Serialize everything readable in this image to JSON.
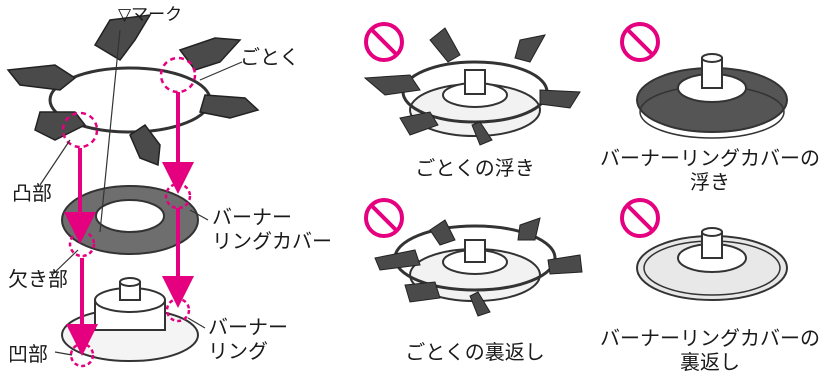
{
  "diagram": {
    "labels": {
      "marker": "▽マーク",
      "gotoku": "ごとく",
      "convex": "凸部",
      "cover_line1": "バーナー",
      "cover_line2": "リングカバー",
      "notch": "欠き部",
      "ring_line1": "バーナー",
      "ring_line2": "リング",
      "concave": "凹部"
    },
    "wrong_examples": [
      {
        "caption": "ごとくの浮き"
      },
      {
        "caption_line1": "バーナーリングカバーの",
        "caption_line2": "浮き"
      },
      {
        "caption": "ごとくの裏返し"
      },
      {
        "caption_line1": "バーナーリングカバーの",
        "caption_line2": "裏返し"
      }
    ],
    "colors": {
      "accent": "#e4007f",
      "prohibit": "#e4007f",
      "grate": "#4a4a4a",
      "cover": "#6e6e6e",
      "outline": "#333333"
    },
    "icons": [
      "prohibition-icon",
      "arrow-down-icon"
    ]
  }
}
